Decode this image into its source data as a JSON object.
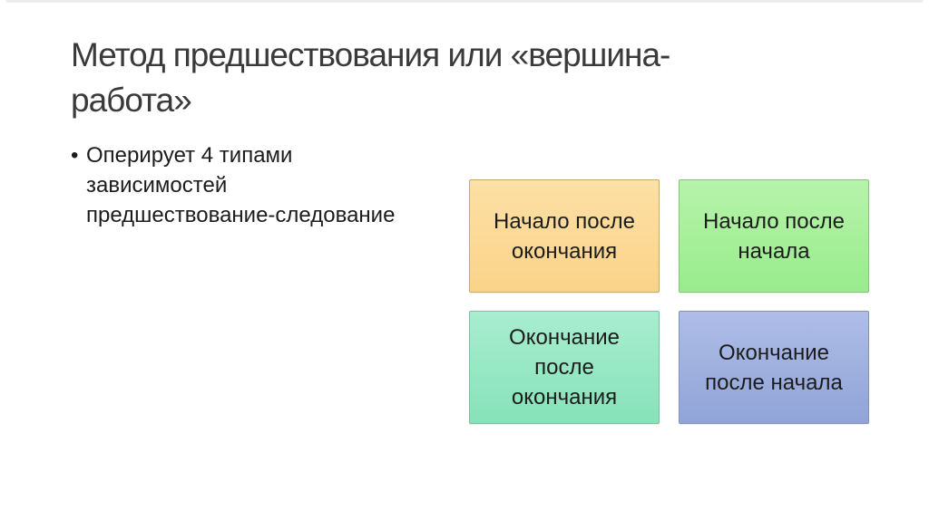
{
  "slide": {
    "title": "Метод предшествования или «вершина-работа»",
    "title_lines": [
      "Метод предшествования или «вершина-",
      "работа»"
    ],
    "title_color": "#3A3A3A",
    "background_color": "#FFFFFF",
    "chrome_line_color": "#ECEDED",
    "bullet": {
      "marker": "•",
      "text": "Оперирует 4 типами зависимостей предшествование-следование",
      "lines": [
        "Оперирует 4 типами",
        "зависимостей",
        "предшествование-следование"
      ]
    },
    "boxes": [
      {
        "label": "Начало после окончания",
        "lines": [
          "Начало после",
          "окончания"
        ],
        "fill_top": "#FDE0A6",
        "fill_bottom": "#FAD389",
        "border": "#C7A96A"
      },
      {
        "label": "Начало после начала",
        "lines": [
          "Начало после",
          "начала"
        ],
        "fill_top": "#B7F3AB",
        "fill_bottom": "#98EC8C",
        "border": "#86C47D"
      },
      {
        "label": "Окончание после окончания",
        "lines": [
          "Окончание",
          "после",
          "окончания"
        ],
        "fill_top": "#A8EDCF",
        "fill_bottom": "#87E2B9",
        "border": "#7CBFA4"
      },
      {
        "label": "Окончание после начала",
        "lines": [
          "Окончание",
          "после начала"
        ],
        "fill_top": "#AFBDE7",
        "fill_bottom": "#90A4D7",
        "border": "#8591BB"
      }
    ],
    "text_color": "#1C1C1C"
  }
}
